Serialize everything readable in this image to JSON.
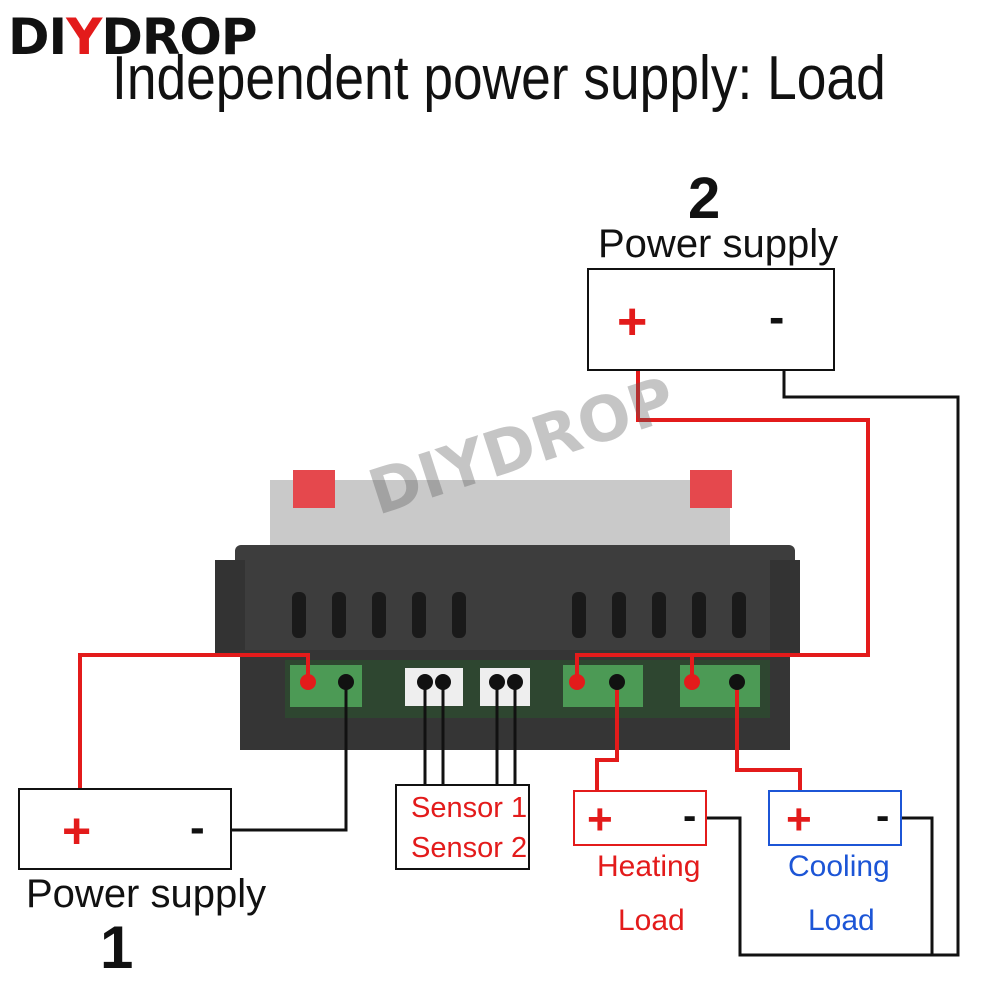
{
  "brand": {
    "logo_left": "DI",
    "logo_y": "Y",
    "logo_right": "DROP",
    "watermark": "DIYDROP"
  },
  "title": "Independent power supply: Load",
  "power_supply_1": {
    "plus": "+",
    "minus": "-",
    "label": "Power supply",
    "number": "1"
  },
  "power_supply_2": {
    "plus": "+",
    "minus": "-",
    "label": "Power supply",
    "number": "2"
  },
  "sensors": {
    "sensor1": "Sensor 1",
    "sensor2": "Sensor 2"
  },
  "heating_load": {
    "plus": "+",
    "minus": "-",
    "line1": "Heating",
    "line2": "Load"
  },
  "cooling_load": {
    "plus": "+",
    "minus": "-",
    "line1": "Cooling",
    "line2": "Load"
  },
  "colors": {
    "positive": "#e31b1b",
    "negative": "#111111",
    "cooling": "#1c55d6",
    "terminal": "#4c9a55",
    "housing": "#3a3a3a"
  }
}
